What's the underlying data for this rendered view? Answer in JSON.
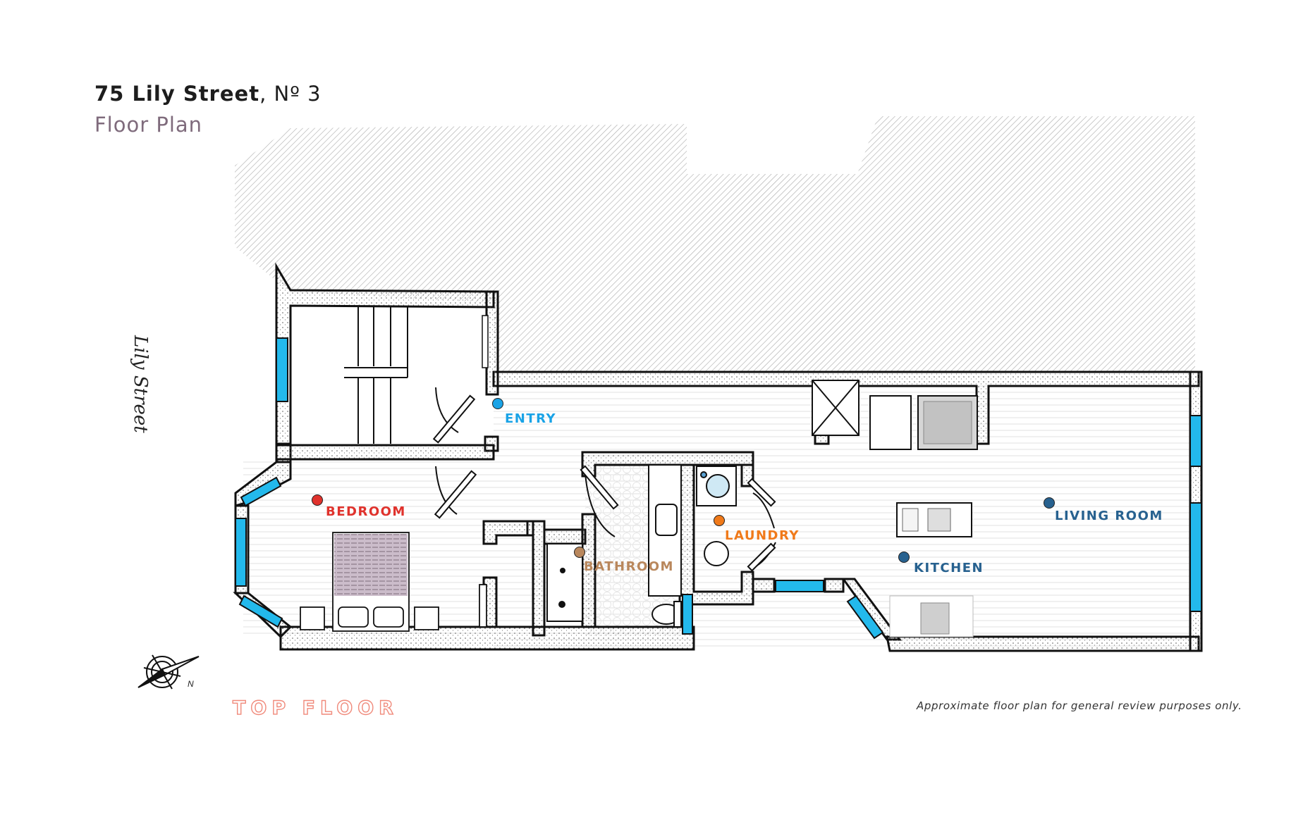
{
  "header": {
    "address": "75 Lily Street",
    "unit": "Nº 3",
    "subtitle": "Floor Plan"
  },
  "street_label": "Lily Street",
  "floor_label": "TOP FLOOR",
  "disclaimer": "Approximate floor plan for general review purposes only.",
  "compass": {
    "north_label": "N"
  },
  "rooms": [
    {
      "id": "entry",
      "label": "ENTRY",
      "color": "#1aa3e6"
    },
    {
      "id": "bedroom",
      "label": "BEDROOM",
      "color": "#e0322c"
    },
    {
      "id": "bathroom",
      "label": "BATHROOM",
      "color": "#b9875c"
    },
    {
      "id": "laundry",
      "label": "LAUNDRY",
      "color": "#f07a1a"
    },
    {
      "id": "kitchen",
      "label": "KITCHEN",
      "color": "#27618f"
    },
    {
      "id": "living",
      "label": "LIVING ROOM",
      "color": "#27618f"
    }
  ],
  "colors": {
    "wall_fill": "#ffffff",
    "wall_stroke": "#111111",
    "window": "#23b9ec",
    "hatch": "#9a9a9a",
    "floor_lines": "#d8d8d8",
    "bed_cover": "#b8a4b6"
  }
}
